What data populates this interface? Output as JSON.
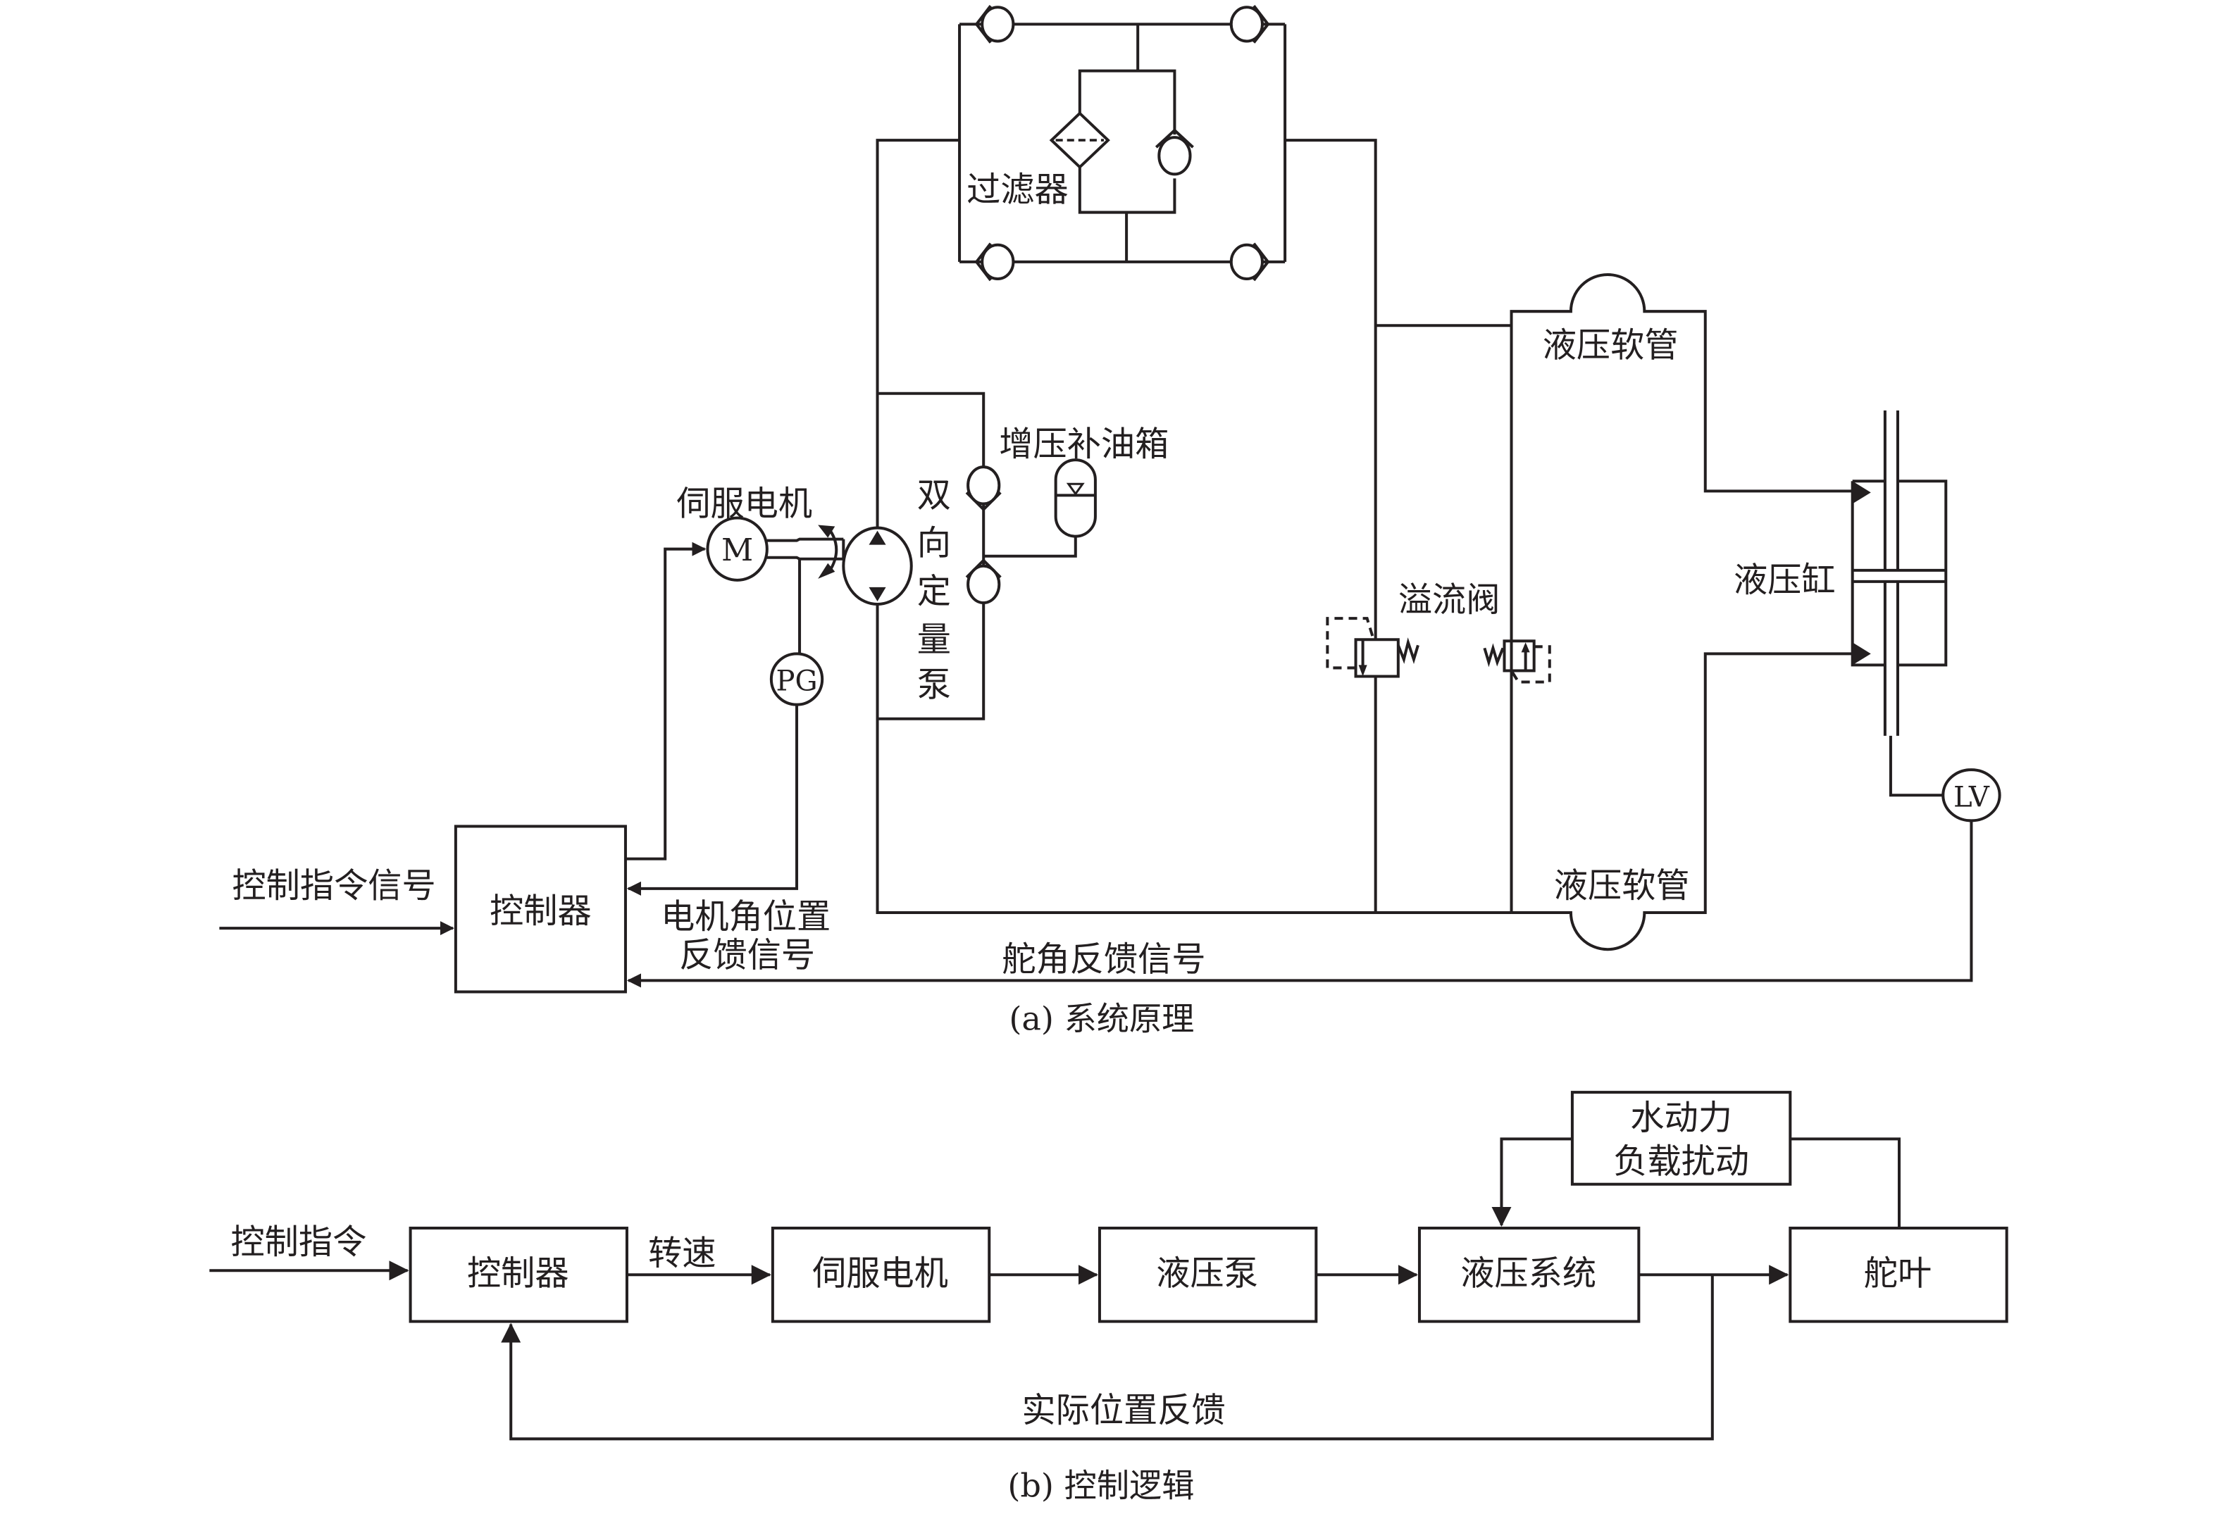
{
  "figure_a": {
    "caption": "(a) 系统原理",
    "labels": {
      "filter": "过滤器",
      "boost_tank": "增压补油箱",
      "servo_motor": "伺服电机",
      "pump_vertical": [
        "双",
        "向",
        "定",
        "量",
        "泵"
      ],
      "relief_valve": "溢流阀",
      "hose_top": "液压软管",
      "hose_bottom": "液压软管",
      "cylinder": "液压缸",
      "control_command_signal": "控制指令信号",
      "controller": "控制器",
      "motor_angle_feedback_line1": "电机角位置",
      "motor_angle_feedback_line2": "反馈信号",
      "rudder_angle_feedback": "舵角反馈信号"
    },
    "symbols": {
      "motor": "M",
      "encoder": "PG",
      "displacement_sensor": "LV"
    }
  },
  "figure_b": {
    "caption": "(b) 控制逻辑",
    "input_label": "控制指令",
    "speed_label": "转速",
    "feedback_label": "实际位置反馈",
    "blocks": {
      "controller": "控制器",
      "servo_motor": "伺服电机",
      "hydraulic_pump": "液压泵",
      "hydraulic_system": "液压系统",
      "rudder_blade": "舵叶",
      "disturbance_line1": "水动力",
      "disturbance_line2": "负载扰动"
    }
  }
}
